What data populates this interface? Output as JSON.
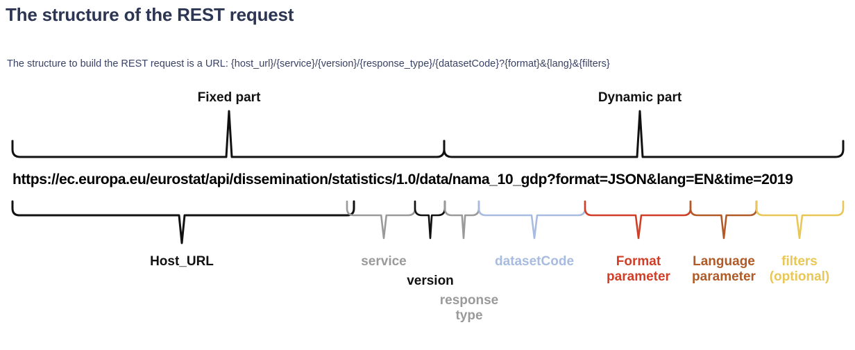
{
  "page": {
    "title": "The structure of the REST request",
    "subtitle": "The structure to build the REST request is a URL: {host_url}/{service}/{version}/{response_type}/{datasetCode}?{format}&{lang}&{filters}"
  },
  "colors": {
    "title": "#2c3552",
    "subtitle": "#3a4263",
    "black": "#111111",
    "gray": "#9a9a9a",
    "blue": "#a8bbe0",
    "red": "#d03e27",
    "brown": "#b05a28",
    "yellow": "#e8c756",
    "background": "#ffffff"
  },
  "diagram": {
    "url": "https://ec.europa.eu/eurostat/api/dissemination/statistics/1.0/data/nama_10_gdp?format=JSON&lang=EN&time=2019",
    "top_groups": [
      {
        "id": "fixed-part",
        "label": "Fixed part",
        "color": "#111111",
        "start": 18,
        "end": 640,
        "stem": 330
      },
      {
        "id": "dynamic-part",
        "label": "Dynamic part",
        "color": "#111111",
        "start": 640,
        "end": 1215,
        "stem": 922
      }
    ],
    "bottom_parts": [
      {
        "id": "host-url",
        "label": "Host_URL",
        "label2": "",
        "color": "#111111",
        "start": 18,
        "end": 510,
        "stem": 262
      },
      {
        "id": "service",
        "label": "service",
        "label2": "",
        "color": "#9a9a9a",
        "start": 500,
        "end": 598,
        "stem": 553
      },
      {
        "id": "version",
        "label": "version",
        "label2": "",
        "color": "#111111",
        "start": 598,
        "end": 641,
        "stem": 620
      },
      {
        "id": "response-type",
        "label": "response",
        "label2": "type",
        "color": "#9a9a9a",
        "start": 641,
        "end": 690,
        "stem": 668
      },
      {
        "id": "dataset-code",
        "label": "datasetCode",
        "label2": "",
        "color": "#a8bbe0",
        "start": 690,
        "end": 843,
        "stem": 770
      },
      {
        "id": "format-parameter",
        "label": "Format",
        "label2": "parameter",
        "color": "#d03e27",
        "start": 843,
        "end": 995,
        "stem": 920
      },
      {
        "id": "language-parameter",
        "label": "Language",
        "label2": "parameter",
        "color": "#b05a28",
        "start": 995,
        "end": 1090,
        "stem": 1043
      },
      {
        "id": "filters",
        "label": "filters",
        "label2": "(optional)",
        "color": "#e8c756",
        "start": 1090,
        "end": 1215,
        "stem": 1152
      }
    ]
  }
}
